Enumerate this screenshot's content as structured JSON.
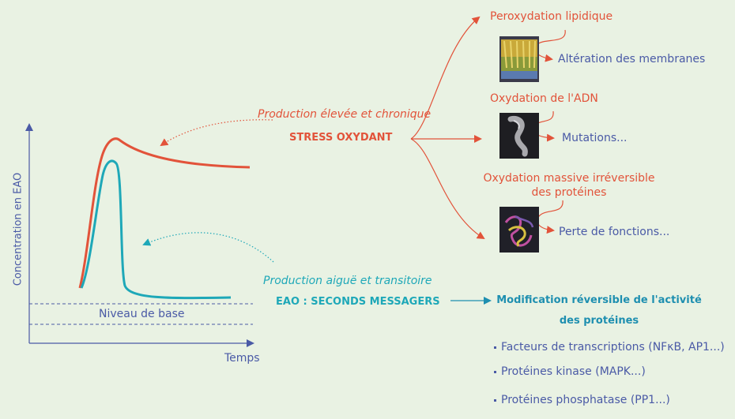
{
  "graph": {
    "ylabel": "Concentration en EAO",
    "xlabel": "Temps",
    "baseline_label": "Niveau de base"
  },
  "stress": {
    "subtitle": "Production élevée et chronique",
    "title": "STRESS OXYDANT"
  },
  "messengers": {
    "subtitle": "Production aiguë et transitoire",
    "title": "EAO : SECONDS MESSAGERS"
  },
  "damage": {
    "lipid": {
      "cause": "Peroxydation lipidique",
      "effect": "Altération des membranes"
    },
    "dna": {
      "cause": "Oxydation de l'ADN",
      "effect": "Mutations..."
    },
    "protein": {
      "cause_line1": "Oxydation massive irréversible",
      "cause_line2": "des protéines",
      "effect": "Perte de fonctions..."
    }
  },
  "modification": {
    "title_line1": "Modification réversible de l'activité",
    "title_line2": "des protéines",
    "items": [
      "Facteurs de transcriptions (NFκB, AP1...)",
      "Protéines kinase (MAPK...)",
      "Protéines phosphatase (PP1...)"
    ]
  },
  "colors": {
    "background": "#e9f2e3",
    "stress_red": "#e2533a",
    "messenger_teal": "#1ea8b8",
    "text_blue": "#4a5aa6"
  }
}
